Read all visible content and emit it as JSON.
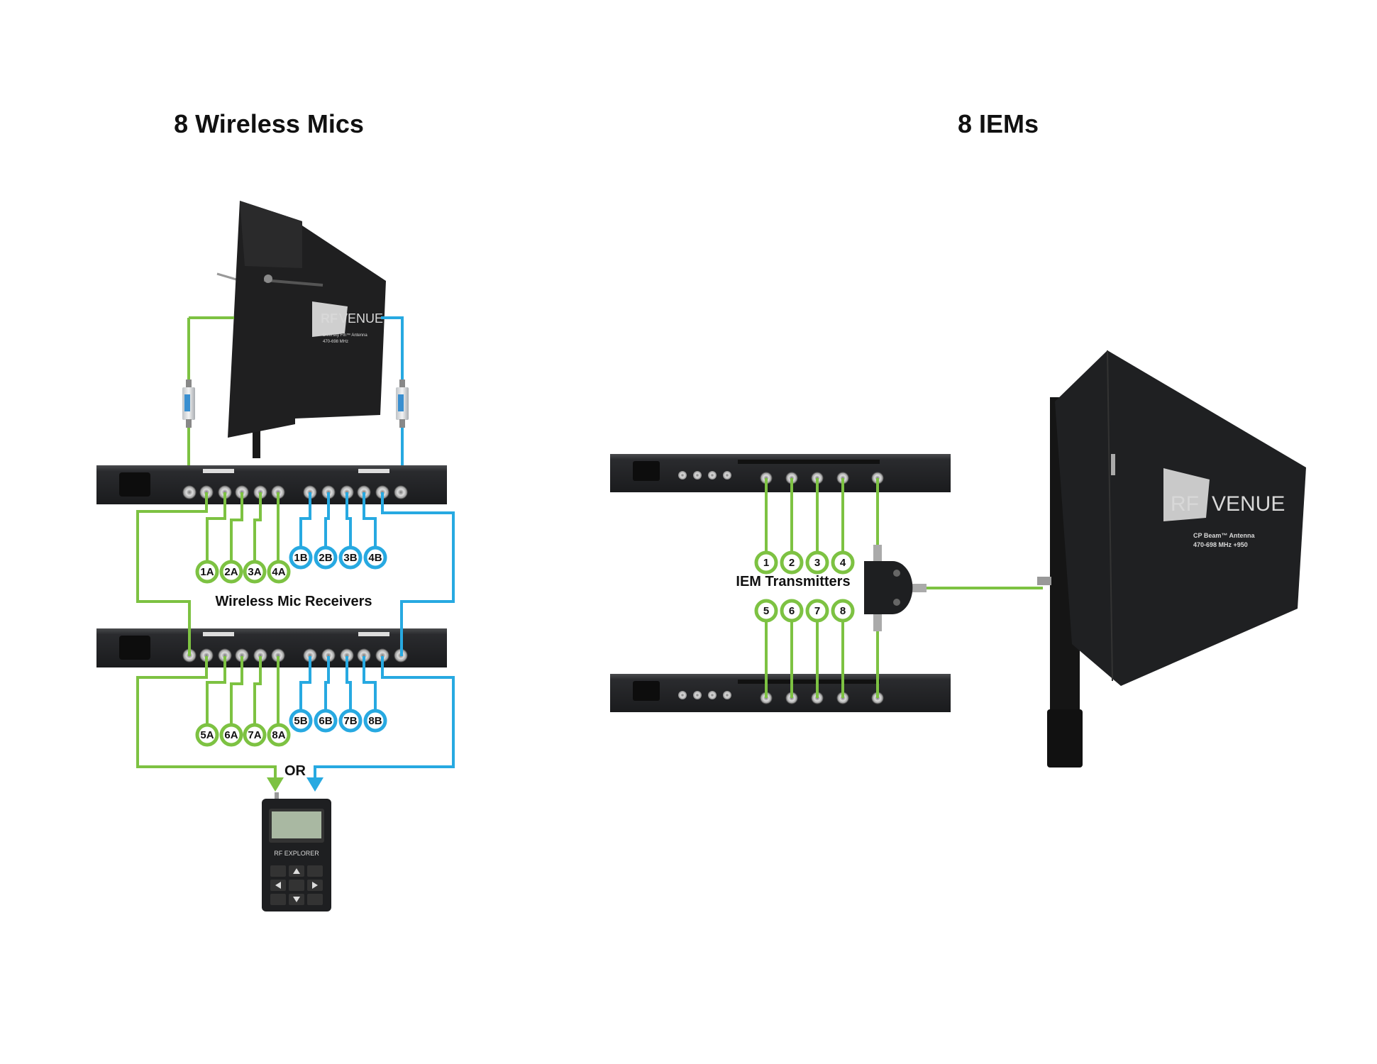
{
  "titles": {
    "left": "8 Wireless Mics",
    "right": "8 IEMs"
  },
  "labels": {
    "receivers": "Wireless Mic Receivers",
    "transmitters": "IEM Transmitters",
    "or": "OR"
  },
  "badges": {
    "rx1_a": [
      "1A",
      "2A",
      "3A",
      "4A"
    ],
    "rx1_b": [
      "1B",
      "2B",
      "3B",
      "4B"
    ],
    "rx2_a": [
      "5A",
      "6A",
      "7A",
      "8A"
    ],
    "rx2_b": [
      "5B",
      "6B",
      "7B",
      "8B"
    ],
    "iem_top": [
      "1",
      "2",
      "3",
      "4"
    ],
    "iem_bottom": [
      "5",
      "6",
      "7",
      "8"
    ]
  },
  "devices": {
    "left_antenna": {
      "brand_rf": "RF",
      "brand_venue": "VENUE",
      "model": "Diversity Fin™ Antenna",
      "freq": "470-698 MHz"
    },
    "right_antenna": {
      "brand_rf": "RF",
      "brand_venue": "VENUE",
      "model": "CP Beam™ Antenna",
      "freq": "470-698 MHz +950"
    },
    "analyzer": {
      "brand": "RF EXPLORER"
    }
  },
  "colors": {
    "antenna_a": "#7dc242",
    "antenna_b": "#27a9e1",
    "device": "#1e1f21"
  }
}
